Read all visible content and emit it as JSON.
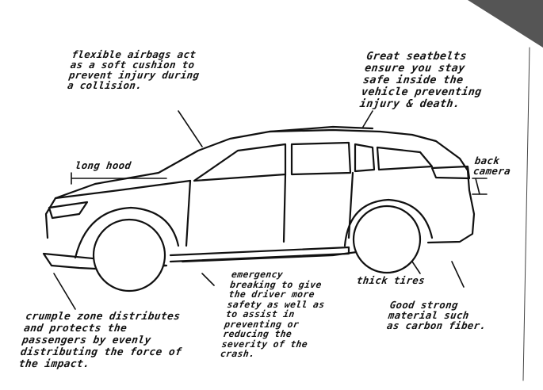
{
  "annotations": {
    "airbags": [
      "flexible   airbags act",
      "as a soft cushion to",
      "prevent injury during",
      "a collision."
    ],
    "seatbelts": [
      "Great seatbelts",
      "ensure you stay",
      "safe inside the",
      "vehicle preventing",
      "injury & death."
    ],
    "long_hood": [
      "long hood"
    ],
    "back_camera": [
      "back",
      "camera"
    ],
    "crumple_zone": [
      "crumple zone distributes",
      "and protects the",
      "passengers by evenly",
      "distributing the force of",
      "the impact."
    ],
    "emergency_braking": [
      "emergency",
      "breaking to give",
      "the driver more",
      "safety as well as",
      "to assist in",
      "preventing or",
      "reducing the",
      "severity of the",
      "crash."
    ],
    "thick_tires": [
      "thick tires"
    ],
    "material": [
      "Good strong",
      "material such",
      "as carbon fiber."
    ]
  }
}
